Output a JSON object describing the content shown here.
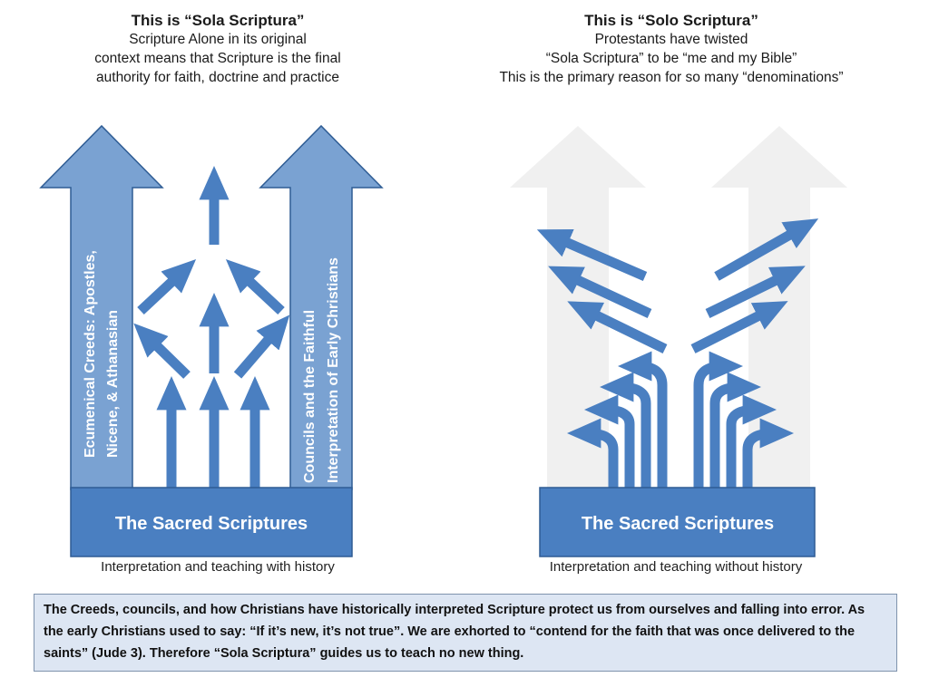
{
  "left_panel": {
    "title": "This is “Sola Scriptura”",
    "subtitle_lines": [
      "Scripture Alone in its original",
      "context means that Scripture is the final",
      "authority for faith, doctrine and practice"
    ],
    "base_label": "The Sacred Scriptures",
    "left_column_lines": [
      "Ecumenical Creeds: Apostles,",
      "Nicene, & Athanasian"
    ],
    "right_column_lines": [
      "Councils  and the Faithful",
      "Interpretation  of Early Christians"
    ],
    "caption": "Interpretation and teaching with history"
  },
  "right_panel": {
    "title": "This is “Solo Scriptura”",
    "subtitle_lines": [
      "Protestants have twisted",
      "“Sola Scriptura” to be “me and my Bible”",
      "This is the primary reason for so many “denominations”"
    ],
    "base_label": "The Sacred Scriptures",
    "caption": "Interpretation and teaching without history"
  },
  "summary": "The Creeds, councils, and how Christians have historically interpreted Scripture protect us from  ourselves and falling into error. As the early Christians used to say: “If it’s new, it’s not true”. We are exhorted to “contend for the faith that was once delivered to the saints” (Jude 3). Therefore “Sola Scriptura” guides us to teach no new thing.",
  "colors": {
    "base_fill": "#4a7fc1",
    "base_stroke": "#2e5c94",
    "column_fill": "#7aa2d2",
    "faded_column": "#f0f0f0",
    "summary_bg": "#dde6f3"
  }
}
